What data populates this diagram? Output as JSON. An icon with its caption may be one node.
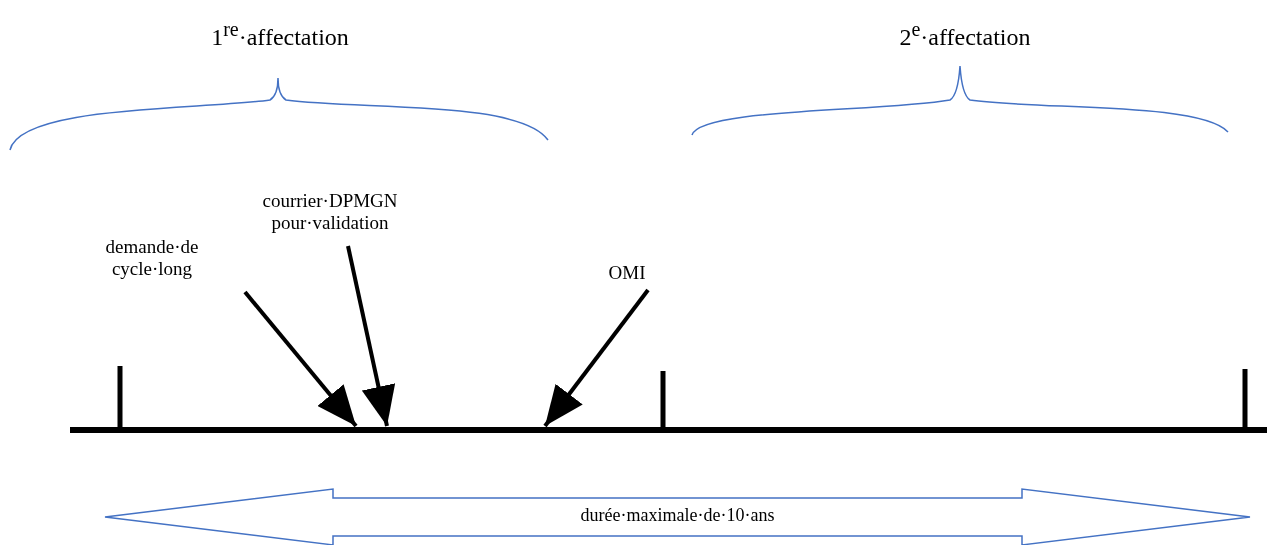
{
  "diagram": {
    "nodes": [
      {
        "text": [
          "demande·de cycle·long"
        ]
      },
      {
        "text": [
          "courrier·DPMGN pour·validation"
        ]
      },
      {
        "text": [
          "OMI"
        ]
      },
      {
        "text": [],
        "shape": "bar"
      },
      {
        "text": [
          "durée·maximale·de·10·ans"
        ]
      }
    ],
    "edges": [
      {
        "from": 0,
        "to": 3,
        "arrow": "to"
      },
      {
        "from": 1,
        "to": 3,
        "arrow": "to"
      },
      {
        "from": 2,
        "to": 3,
        "arrow": "to"
      }
    ],
    "labels": [
      "1$^{re}$·affectation",
      "2$^{e}$·affectation"
    ]
  }
}
